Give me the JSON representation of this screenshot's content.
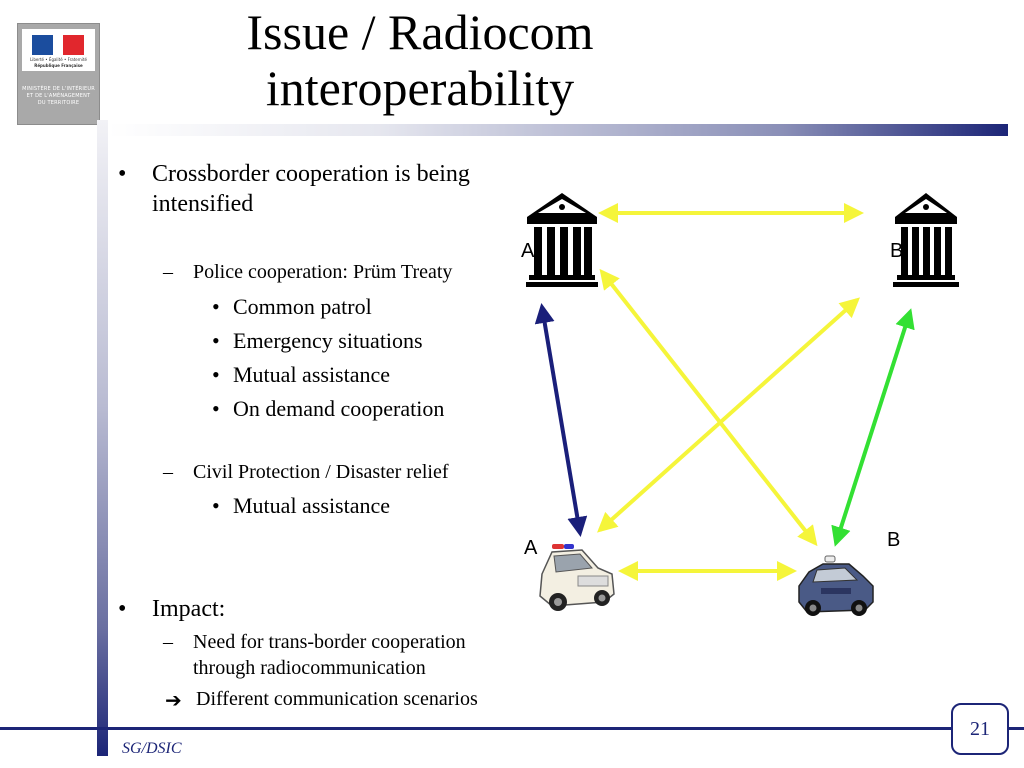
{
  "logo": {
    "motto": "Liberté • Égalité • Fraternité",
    "republic": "République Française",
    "ministry_lines": [
      "MINISTÈRE DE L'INTÉRIEUR",
      "ET DE L'AMÉNAGEMENT",
      "DU TERRITOIRE"
    ]
  },
  "slide": {
    "title_line1": "Issue / Radiocom",
    "title_line2": "interoperability"
  },
  "bullets": {
    "b1_line1": "Crossborder cooperation is being",
    "b1_line2": "intensified",
    "police": "Police cooperation: Prüm Treaty",
    "police_items": [
      "Common patrol",
      "Emergency situations",
      "Mutual assistance",
      "On demand cooperation"
    ],
    "civil": "Civil Protection / Disaster relief",
    "civil_items": [
      "Mutual assistance"
    ],
    "impact": "Impact:",
    "need_line1": "Need for trans-border cooperation",
    "need_line2": "through radiocommunication",
    "scenarios": "Different communication scenarios"
  },
  "diagram": {
    "label_building_a": "A",
    "label_building_b": "B",
    "label_car_a": "A",
    "label_car_b": "B",
    "colors": {
      "yellow": "#f5f53a",
      "navy": "#1a1f7a",
      "green": "#33e033"
    }
  },
  "footer": {
    "org": "SG/DSIC",
    "page": "21"
  }
}
